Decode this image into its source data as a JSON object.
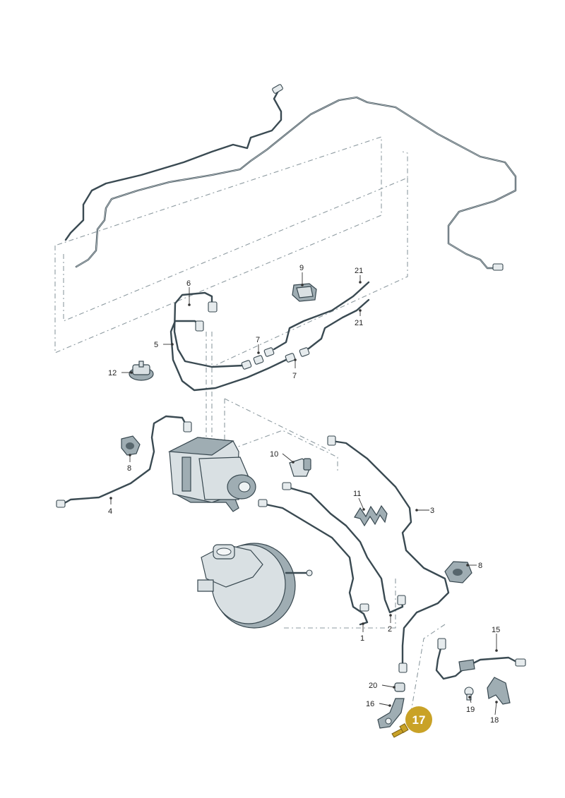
{
  "diagram": {
    "highlight_color": "#c9a227",
    "line_color": "#3a4a52",
    "highlighted_part": "17",
    "callouts": {
      "c1": "1",
      "c2": "2",
      "c3": "3",
      "c4": "4",
      "c5": "5",
      "c6": "6",
      "c7a": "7",
      "c7b": "7",
      "c8a": "8",
      "c8b": "8",
      "c9": "9",
      "c10": "10",
      "c11": "11",
      "c12": "12",
      "c15": "15",
      "c16": "16",
      "c17": "17",
      "c18": "18",
      "c19": "19",
      "c20": "20",
      "c21a": "21",
      "c21b": "21"
    }
  }
}
